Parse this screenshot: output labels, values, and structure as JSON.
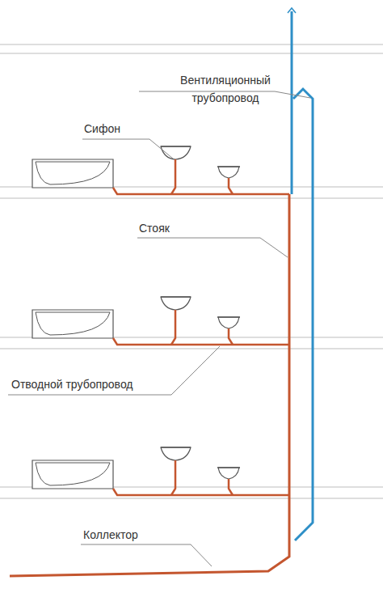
{
  "diagram": {
    "labels": [
      "Вентиляционный трубопровод",
      "Сифон",
      "Стояк",
      "Отводной трубопровод",
      "Коллектор"
    ]
  }
}
